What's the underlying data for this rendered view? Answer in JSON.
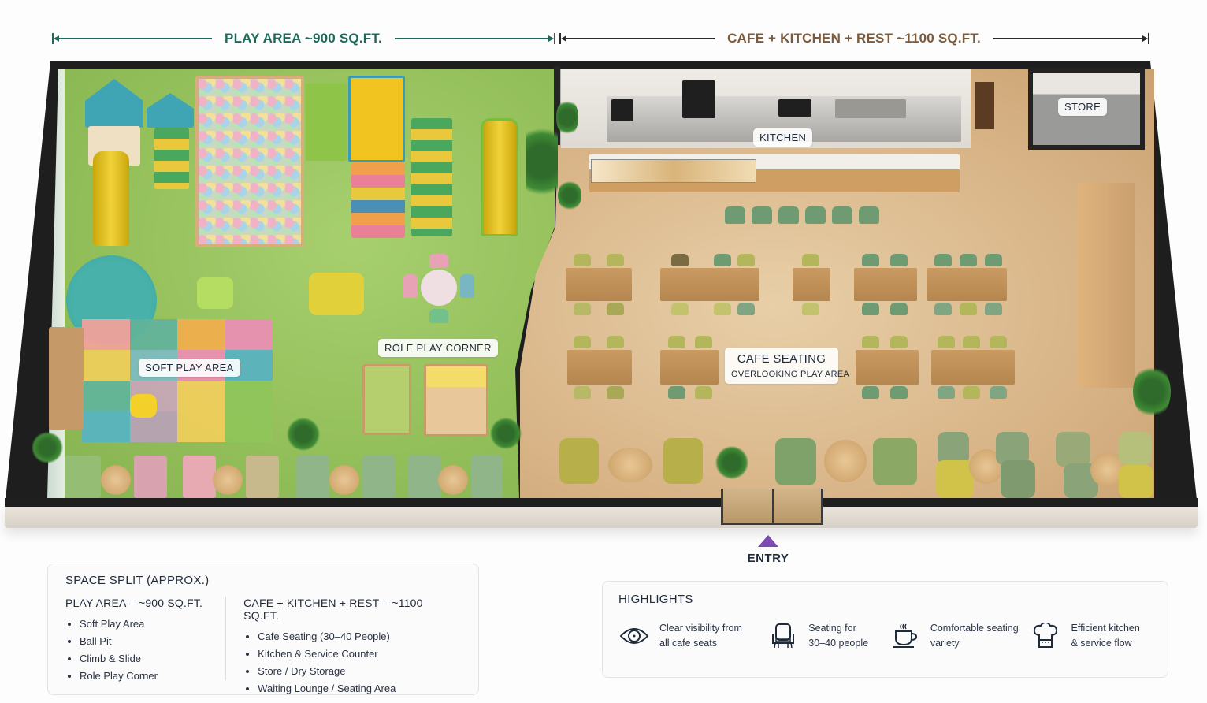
{
  "dimensions": {
    "play": {
      "label": "PLAY AREA ~900 SQ.FT.",
      "color": "#1d6a5a"
    },
    "cafe": {
      "label": "CAFE + KITCHEN + REST ~1100 SQ.FT.",
      "color": "#7a5a3a"
    }
  },
  "plan": {
    "labels": {
      "kitchen": "KITCHEN",
      "store": "STORE",
      "soft_play": "SOFT PLAY AREA",
      "role_play": "ROLE PLAY CORNER",
      "cafe_seating_title": "CAFE SEATING",
      "cafe_seating_sub": "OVERLOOKING PLAY AREA"
    },
    "entry": {
      "label": "ENTRY",
      "arrow_color": "#7b4bb3"
    },
    "colors": {
      "play_floor": "#93bf5a",
      "cafe_floor": "#d8b487",
      "wall": "#1e1e1e"
    }
  },
  "space_split": {
    "title": "SPACE SPLIT (APPROX.)",
    "columns": [
      {
        "heading": "PLAY AREA – ~900 SQ.FT.",
        "items": [
          "Soft Play Area",
          "Ball Pit",
          "Climb & Slide",
          "Role Play Corner"
        ]
      },
      {
        "heading": "CAFE + KITCHEN + REST – ~1100 SQ.FT.",
        "items": [
          "Cafe Seating (30–40 People)",
          "Kitchen & Service Counter",
          "Store / Dry Storage",
          "Waiting Lounge / Seating Area"
        ]
      }
    ]
  },
  "highlights": {
    "title": "HIGHLIGHTS",
    "items": [
      {
        "icon": "eye-icon",
        "line1": "Clear visibility from",
        "line2": "all cafe seats"
      },
      {
        "icon": "armchair-icon",
        "line1": "Seating for",
        "line2": "30–40 people"
      },
      {
        "icon": "coffee-cup-icon",
        "line1": "Comfortable seating",
        "line2": "variety"
      },
      {
        "icon": "chef-hat-icon",
        "line1": "Efficient kitchen",
        "line2": "& service flow"
      }
    ]
  }
}
